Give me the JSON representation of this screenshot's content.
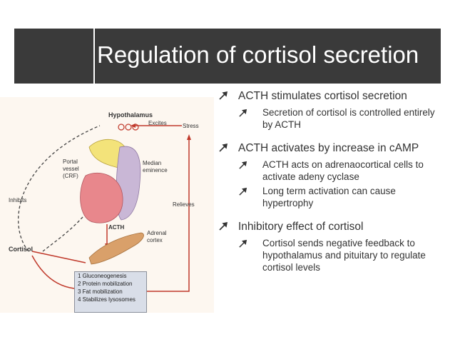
{
  "slide": {
    "title": "Regulation of cortisol secretion",
    "colors": {
      "title_bar": "#3a3a3a",
      "title_text": "#ffffff",
      "body_text": "#333333",
      "pituitary": "#e8878c",
      "adrenal": "#d9a06a",
      "arrow": "#c0392b"
    }
  },
  "bullets": [
    {
      "text": "ACTH stimulates cortisol secretion",
      "sub": [
        "Secretion of cortisol is controlled entirely by ACTH"
      ]
    },
    {
      "text": "ACTH activates by increase in cAMP",
      "sub": [
        "ACTH acts on adrenaocortical cells to activate adeny cyclase",
        "Long term activation can cause hypertrophy"
      ]
    },
    {
      "text": "Inhibitory effect of cortisol",
      "sub": [
        "Cortisol sends negative feedback to hypothalamus and pituitary to regulate cortisol levels"
      ]
    }
  ],
  "bullet_icon": "pushpin-arrow-icon",
  "diagram": {
    "labels": {
      "hypothalamus": "Hypothalamus",
      "excites": "Excites",
      "stress": "Stress",
      "portal_vessel": "Portal vessel (CRF)",
      "median": "Median",
      "eminence": "eminence",
      "inhibits": "Inhibits",
      "relieves": "Relieves",
      "acth": "ACTH",
      "adrenal": "Adrenal",
      "cortex": "cortex",
      "cortisol": "Cortisol"
    },
    "functions": [
      "1 Gluconeogenesis",
      "2 Protein mobilization",
      "3 Fat mobilization",
      "4 Stabilizes lysosomes"
    ]
  }
}
